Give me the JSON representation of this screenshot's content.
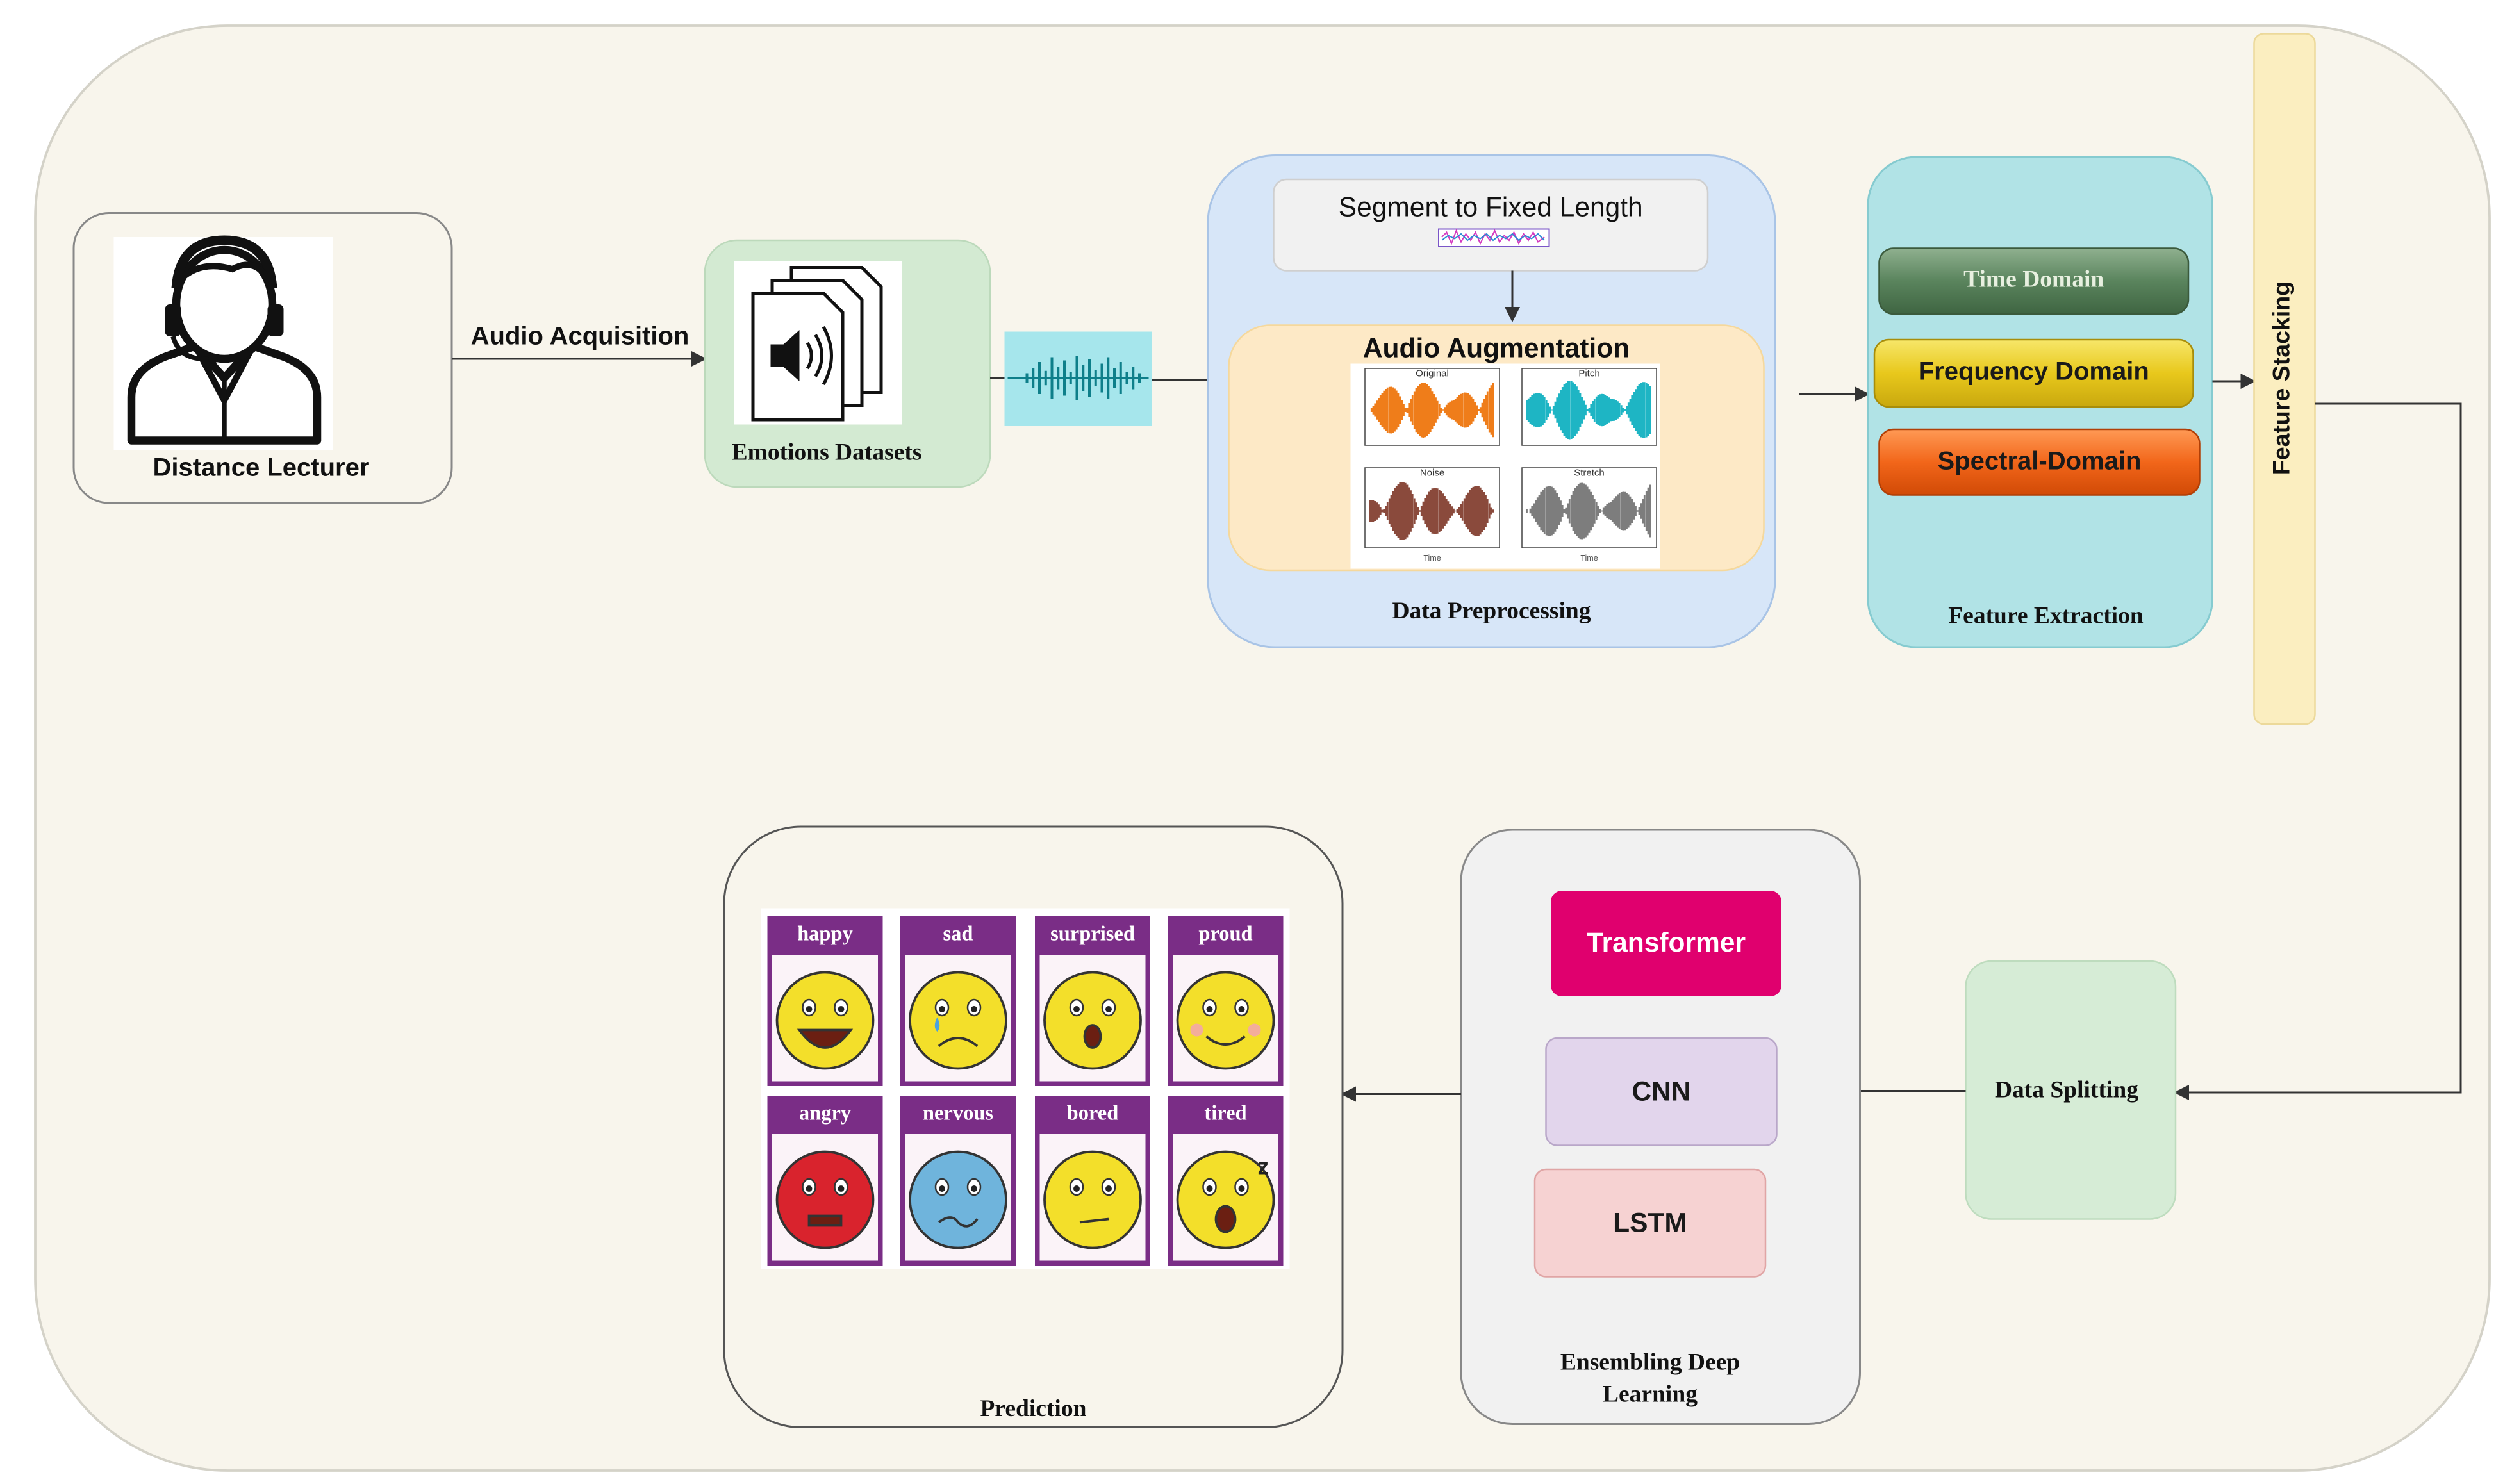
{
  "source": {
    "label": "Distance Lecturer",
    "icon": "headset-person-icon"
  },
  "edges": {
    "acquisition_label": "Audio Acquisition"
  },
  "dataset": {
    "label": "Emotions Datasets",
    "icon": "audio-file-stack-icon"
  },
  "waveform": {
    "icon": "sound-wave-icon",
    "color": "#0e7f8a",
    "bg": "#a6e6ec"
  },
  "preprocessing": {
    "title": "Data Preprocessing",
    "segment_label": "Segment to Fixed Length",
    "augmentation_title": "Audio Augmentation",
    "plots": [
      {
        "title": "Original",
        "color": "#ef7d1a"
      },
      {
        "title": "Pitch",
        "color": "#1eb5c4"
      },
      {
        "title": "Noise",
        "color": "#8a4a3c"
      },
      {
        "title": "Stretch",
        "color": "#7d7d7d"
      }
    ],
    "axis_label": "Time"
  },
  "feature_extraction": {
    "title": "Feature Extraction",
    "domains": [
      {
        "label": "Time Domain",
        "color": "#57805a",
        "text_color": "#e8f0e0"
      },
      {
        "label": "Frequency Domain",
        "color": "#e6c81c",
        "text_color": "#1a1a1a"
      },
      {
        "label": "Spectral-Domain",
        "color": "#f0671a",
        "text_color": "#1a1a1a"
      }
    ]
  },
  "feature_stacking": {
    "label": "Feature Stacking"
  },
  "data_splitting": {
    "label": "Data Splitting"
  },
  "ensemble": {
    "title_line1": "Ensembling Deep",
    "title_line2": "Learning",
    "models": [
      {
        "label": "Transformer",
        "color": "#e0006e",
        "text_color": "#ffffff"
      },
      {
        "label": "CNN",
        "color": "#e2d5ec",
        "text_color": "#1a1a1a"
      },
      {
        "label": "LSTM",
        "color": "#f6d2d2",
        "text_color": "#1a1a1a"
      }
    ]
  },
  "prediction": {
    "title": "Prediction",
    "emotions": [
      {
        "label": "happy",
        "face": "#f3df2a"
      },
      {
        "label": "sad",
        "face": "#f3df2a"
      },
      {
        "label": "surprised",
        "face": "#f3df2a"
      },
      {
        "label": "proud",
        "face": "#f3df2a"
      },
      {
        "label": "angry",
        "face": "#d9232d"
      },
      {
        "label": "nervous",
        "face": "#6fb4dc"
      },
      {
        "label": "bored",
        "face": "#f3df2a"
      },
      {
        "label": "tired",
        "face": "#f3df2a"
      }
    ],
    "card_color": "#7a2d86",
    "tired_mark": "z"
  }
}
